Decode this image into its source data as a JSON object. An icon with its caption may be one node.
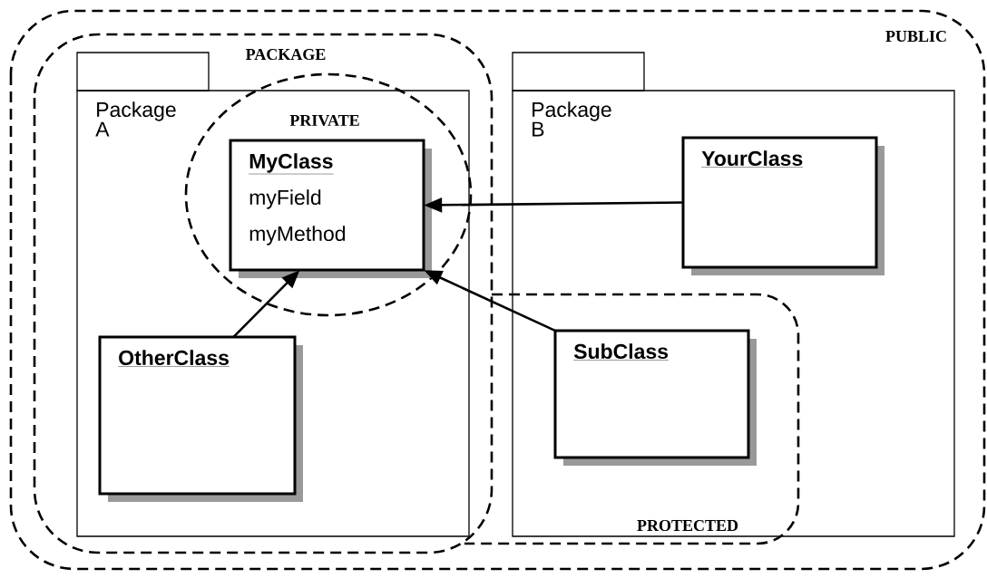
{
  "diagram": {
    "nodes": [
      {
        "text": [
          "PUBLIC"
        ]
      },
      {
        "text": [
          "PROTECTED"
        ],
        "in": 0
      },
      {
        "text": [
          "PACKAGE"
        ],
        "in": 0
      },
      {
        "text": [
          "Package A"
        ],
        "in": 2
      },
      {
        "text": [
          "PRIVATE"
        ],
        "in": 2
      },
      {
        "text": [
          "MyClass",
          "myField",
          "myMethod"
        ],
        "in": 4
      },
      {
        "text": [
          "OtherClass"
        ],
        "in": 3
      },
      {
        "text": [
          "Package B"
        ],
        "in": 0
      },
      {
        "text": [
          "YourClass"
        ],
        "in": 7
      },
      {
        "text": [
          "SubClass"
        ],
        "in": 1
      }
    ],
    "edges": [
      {
        "from": 8,
        "to": 5,
        "arrow": "to"
      },
      {
        "from": 6,
        "to": 5,
        "arrow": "to"
      },
      {
        "from": 9,
        "to": 5,
        "arrow": "to"
      }
    ]
  }
}
